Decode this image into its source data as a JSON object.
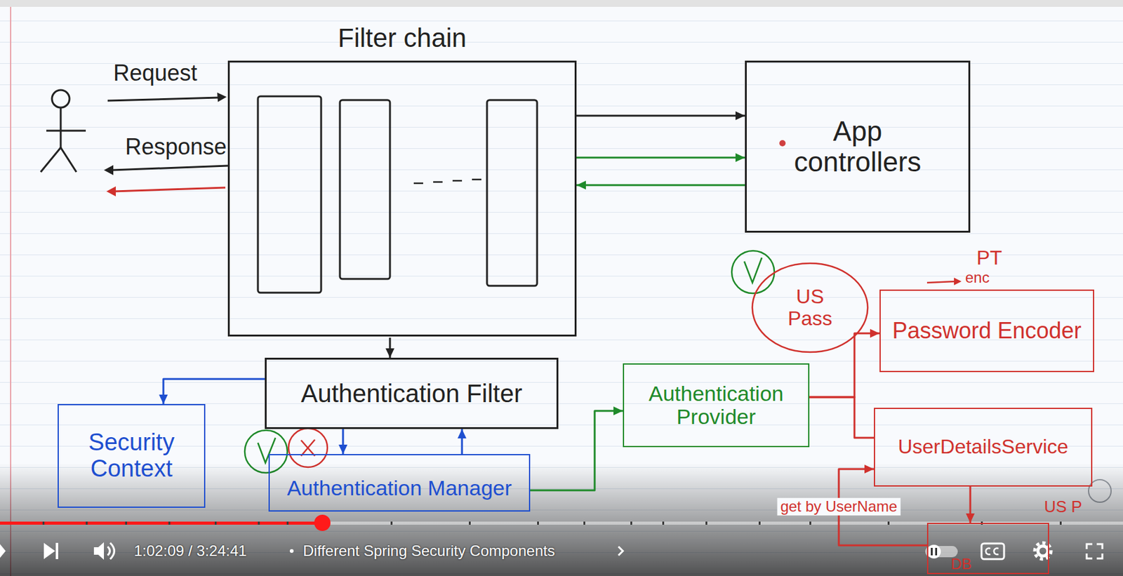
{
  "diagram": {
    "nodes": [
      {
        "text": [
          "Filter chain"
        ]
      },
      {
        "text": [
          "App controllers"
        ]
      },
      {
        "text": [
          "US Pass"
        ]
      },
      {
        "text": [
          "Password Encoder"
        ]
      },
      {
        "text": [
          "Authentication Filter"
        ]
      },
      {
        "text": [
          "Authentication Provider"
        ]
      },
      {
        "text": [
          "Security Context"
        ]
      },
      {
        "text": [
          "UserDetailsService"
        ]
      },
      {
        "text": [
          "Authentication Manager"
        ]
      },
      {
        "text": [
          "DB"
        ]
      }
    ],
    "edges": [
      {
        "from": 0,
        "to": 1,
        "arrow": "to"
      },
      {
        "from": 0,
        "to": 1,
        "arrow": "to"
      },
      {
        "from": 1,
        "to": 0,
        "arrow": "to"
      },
      {
        "from": 0,
        "to": 4,
        "arrow": "to"
      },
      {
        "from": 4,
        "to": 6,
        "arrow": "to"
      },
      {
        "from": 4,
        "to": 8,
        "arrow": "to"
      },
      {
        "from": 8,
        "to": 4,
        "arrow": "to"
      },
      {
        "from": 8,
        "to": 5,
        "arrow": "to"
      },
      {
        "from": 5,
        "to": 3,
        "arrow": "to"
      },
      {
        "from": 5,
        "to": 7,
        "arrow": "none"
      },
      {
        "from": 7,
        "to": 9,
        "arrow": "to"
      },
      {
        "from": 9,
        "to": 7,
        "label": "get by UserName",
        "arrow": "to"
      }
    ],
    "labels": [
      "Request",
      "Response",
      "PT",
      "enc",
      "US P",
      "1:02:09 / 3:24:41",
      "Different Spring Security Components"
    ]
  }
}
